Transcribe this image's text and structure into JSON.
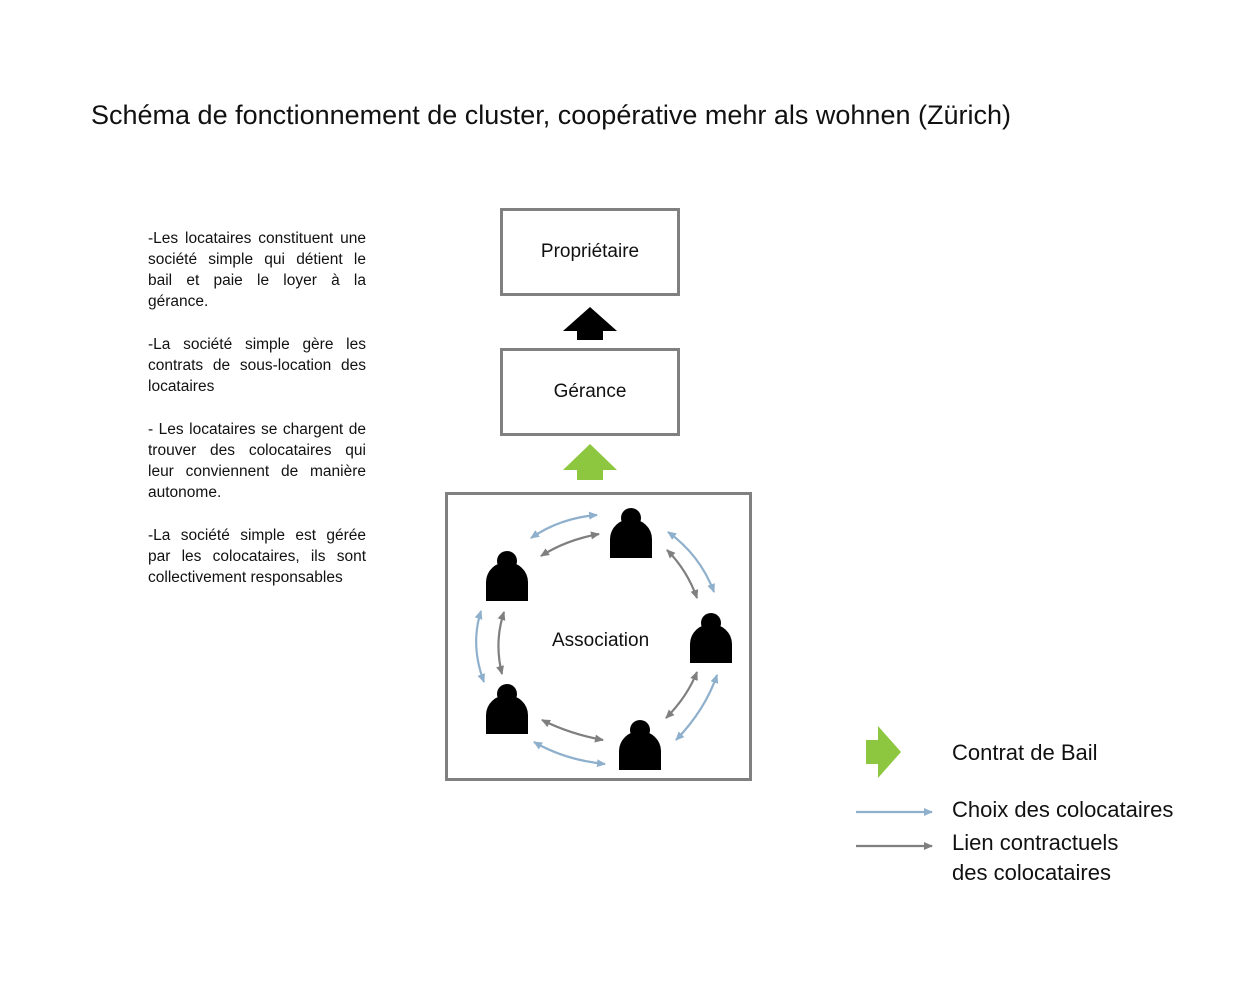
{
  "title": "Schéma de fonctionnement de cluster, coopérative mehr als wohnen (Zürich)",
  "description": [
    "-Les locataires constituent une société simple qui détient le bail et paie le loyer à la gérance.",
    "-La société simple gère les contrats de sous-location des locataires",
    "- Les locataires se chargent de trouver des colocataires qui leur conviennent de manière autonome.",
    "-La société simple est gérée par les colocataires, ils sont collectivement responsables"
  ],
  "boxes": {
    "proprietaire": "Propriétaire",
    "gerance": "Gérance",
    "association": "Association"
  },
  "legend": {
    "bail": "Contrat de Bail",
    "choix": "Choix des colocataires",
    "lien_line1": "Lien contractuels",
    "lien_line2": "des colocataires"
  },
  "colors": {
    "bail": "#8dc63f",
    "choix": "#8fb0cc",
    "lien": "#7f7f7f",
    "box_border": "#808080"
  }
}
